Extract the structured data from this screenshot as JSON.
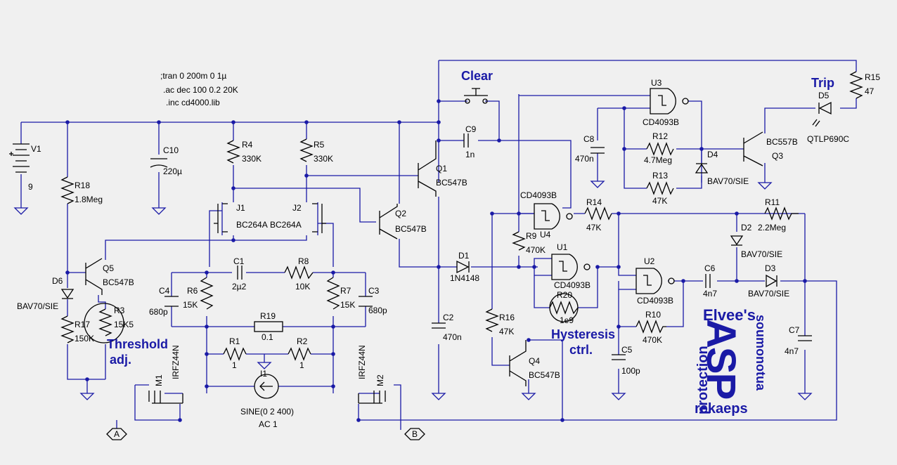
{
  "directives": [
    ";tran 0 200m 0 1µ",
    ".ac dec 100 0.2 20K",
    ".inc cd4000.lib"
  ],
  "components": [
    {
      "ref": "V1",
      "value": "9"
    },
    {
      "ref": "C10",
      "value": "220µ"
    },
    {
      "ref": "R18",
      "value": "1.8Meg"
    },
    {
      "ref": "R4",
      "value": "330K"
    },
    {
      "ref": "R5",
      "value": "330K"
    },
    {
      "ref": "J1",
      "value": "BC264A"
    },
    {
      "ref": "J2",
      "value": "BC264A"
    },
    {
      "ref": "Q1",
      "value": "BC547B"
    },
    {
      "ref": "Q2",
      "value": "BC547B"
    },
    {
      "ref": "Q5",
      "value": "BC547B"
    },
    {
      "ref": "D6",
      "value": "BAV70/SIE"
    },
    {
      "ref": "R17",
      "value": "150K"
    },
    {
      "ref": "R3",
      "value": "15K5"
    },
    {
      "ref": "C1",
      "value": "2µ2"
    },
    {
      "ref": "R8",
      "value": "10K"
    },
    {
      "ref": "C4",
      "value": "680p"
    },
    {
      "ref": "R6",
      "value": "15K"
    },
    {
      "ref": "R7",
      "value": "15K"
    },
    {
      "ref": "C3",
      "value": "680p"
    },
    {
      "ref": "R19",
      "value": "0.1"
    },
    {
      "ref": "R1",
      "value": "1"
    },
    {
      "ref": "R2",
      "value": "1"
    },
    {
      "ref": "I1",
      "value": "SINE(0 2 400)",
      "value2": "AC 1"
    },
    {
      "ref": "M1",
      "value": "IRFZ44N"
    },
    {
      "ref": "M2",
      "value": "IRFZ44N"
    },
    {
      "ref": "C9",
      "value": "1n"
    },
    {
      "ref": "D1",
      "value": "1N4148"
    },
    {
      "ref": "C2",
      "value": "470n"
    },
    {
      "ref": "C8",
      "value": "470n"
    },
    {
      "ref": "U3",
      "value": "CD4093B"
    },
    {
      "ref": "R12",
      "value": "4.7Meg"
    },
    {
      "ref": "R13",
      "value": "47K"
    },
    {
      "ref": "D4",
      "value": "BAV70/SIE"
    },
    {
      "ref": "Q3",
      "value": "BC557B"
    },
    {
      "ref": "R15",
      "value": "47"
    },
    {
      "ref": "D5",
      "value": "QTLP690C"
    },
    {
      "ref": "U4",
      "value": "CD4093B"
    },
    {
      "ref": "R14",
      "value": "47K"
    },
    {
      "ref": "R9",
      "value": "470K"
    },
    {
      "ref": "U1",
      "value": "CD4093B"
    },
    {
      "ref": "R20",
      "value": "1e9"
    },
    {
      "ref": "R16",
      "value": "47K"
    },
    {
      "ref": "Q4",
      "value": "BC547B"
    },
    {
      "ref": "U2",
      "value": "CD4093B"
    },
    {
      "ref": "R10",
      "value": "470K"
    },
    {
      "ref": "C5",
      "value": "100p"
    },
    {
      "ref": "C6",
      "value": "4n7"
    },
    {
      "ref": "D2",
      "value": "BAV70/SIE"
    },
    {
      "ref": "D3",
      "value": "BAV70/SIE"
    },
    {
      "ref": "R11",
      "value": "2.2Meg"
    },
    {
      "ref": "C7",
      "value": "4n7"
    }
  ],
  "labels": {
    "clear": "Clear",
    "trip": "Trip",
    "hyst1": "Hysteresis",
    "hyst2": "ctrl.",
    "thr1": "Threshold",
    "thr2": "adj.",
    "flagA": "A",
    "flagB": "B",
    "logo_top": "Elvee's",
    "logo_big": "ASP",
    "logo_left": "protection",
    "logo_bottom": "rekaeps",
    "logo_right": "soumonotua"
  }
}
